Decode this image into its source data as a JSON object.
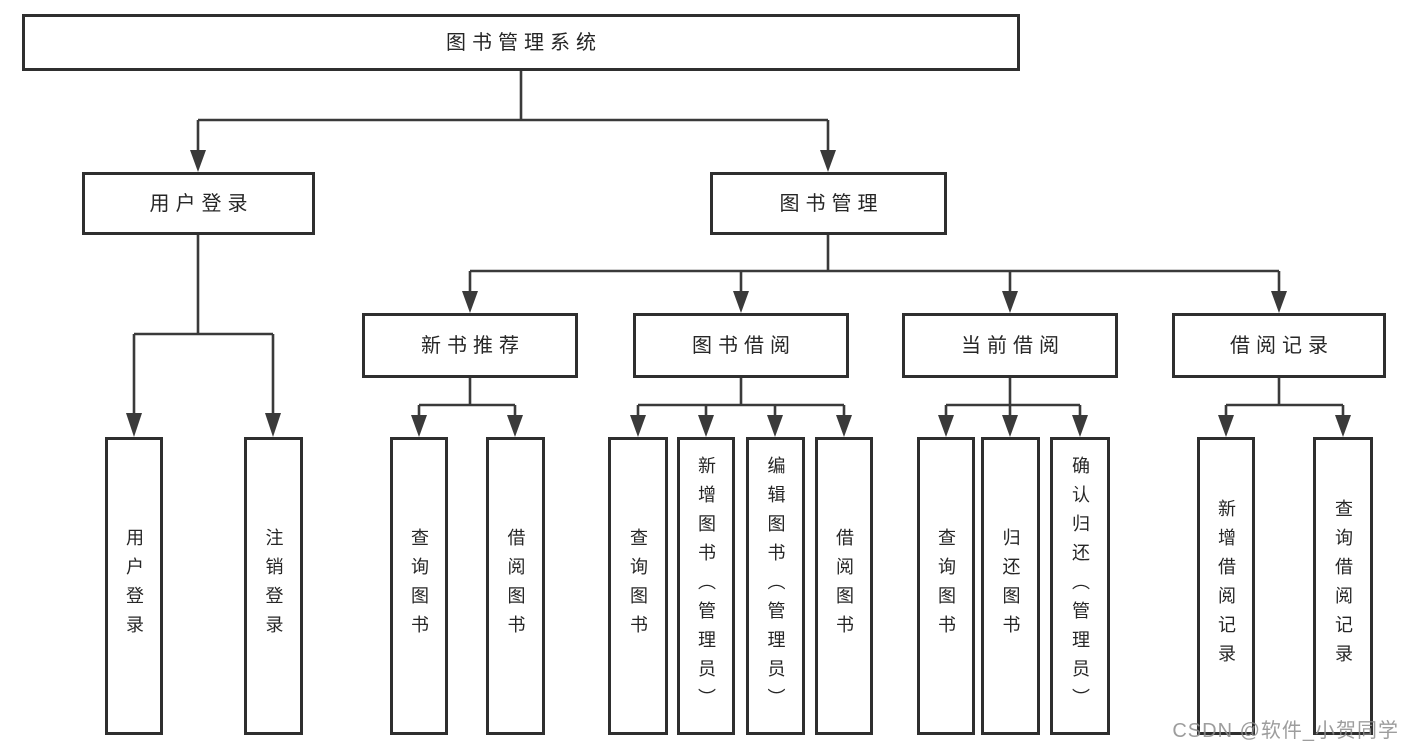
{
  "diagram_title": "图书管理系统",
  "colors": {
    "line": "#3a3a3a",
    "border": "#2f2f2f",
    "text": "#262626",
    "watermark": "#8c8c8c",
    "background": "#ffffff"
  },
  "tree": {
    "root": {
      "label": "图书管理系统"
    },
    "branches": [
      {
        "label": "用户登录",
        "children": [
          {
            "label": "用户登录"
          },
          {
            "label": "注销登录"
          }
        ]
      },
      {
        "label": "图书管理",
        "groups": [
          {
            "label": "新书推荐",
            "children": [
              {
                "label": "查询图书"
              },
              {
                "label": "借阅图书"
              }
            ]
          },
          {
            "label": "图书借阅",
            "children": [
              {
                "label": "查询图书"
              },
              {
                "label": "新增图书（管理员）"
              },
              {
                "label": "编辑图书（管理员）"
              },
              {
                "label": "借阅图书"
              }
            ]
          },
          {
            "label": "当前借阅",
            "children": [
              {
                "label": "查询图书"
              },
              {
                "label": "归还图书"
              },
              {
                "label": "确认归还（管理员）"
              }
            ]
          },
          {
            "label": "借阅记录",
            "children": [
              {
                "label": "新增借阅记录"
              },
              {
                "label": "查询借阅记录"
              }
            ]
          }
        ]
      }
    ]
  },
  "watermark": "CSDN @软件_小贺同学"
}
